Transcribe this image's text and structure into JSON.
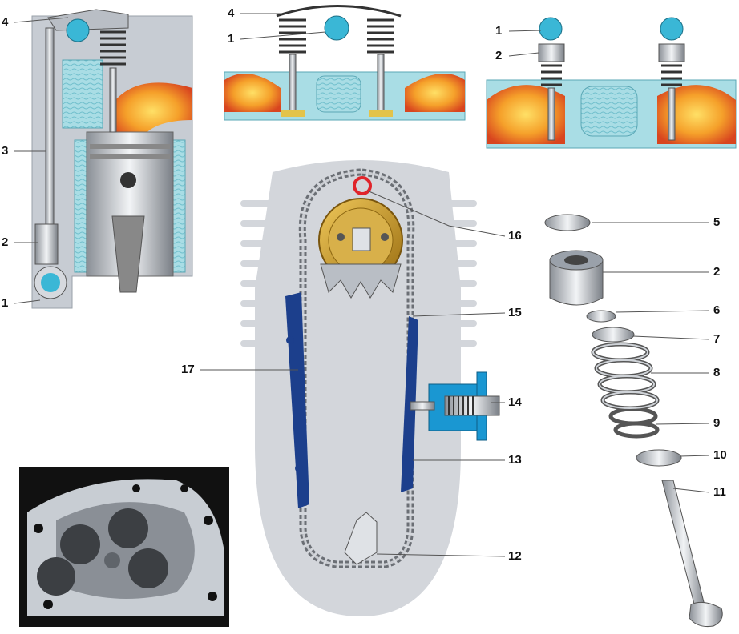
{
  "diagram": {
    "labels": {
      "pushrod_view": {
        "l4": "4",
        "l3": "3",
        "l2": "2",
        "l1": "1"
      },
      "center_cam_view": {
        "l4": "4",
        "l1": "1"
      },
      "twin_cam_view": {
        "l1": "1",
        "l2": "2"
      },
      "chain_drive": {
        "l16": "16",
        "l15": "15",
        "l17": "17",
        "l14": "14",
        "l13": "13",
        "l12": "12"
      },
      "valve_parts": {
        "l5": "5",
        "l2": "2",
        "l6": "6",
        "l7": "7",
        "l8": "8",
        "l9": "9",
        "l10": "10",
        "l11": "11"
      }
    },
    "colors": {
      "coolant": "#a9dde5",
      "hot_gas": "#f08a2a",
      "head_metal": "#cfd3d8",
      "chain_guide": "#1c3f8c",
      "tensioner": "#1a97d2",
      "sprocket_gold": "#c79a2a",
      "cam_lobe": "#3ab7d6"
    }
  }
}
